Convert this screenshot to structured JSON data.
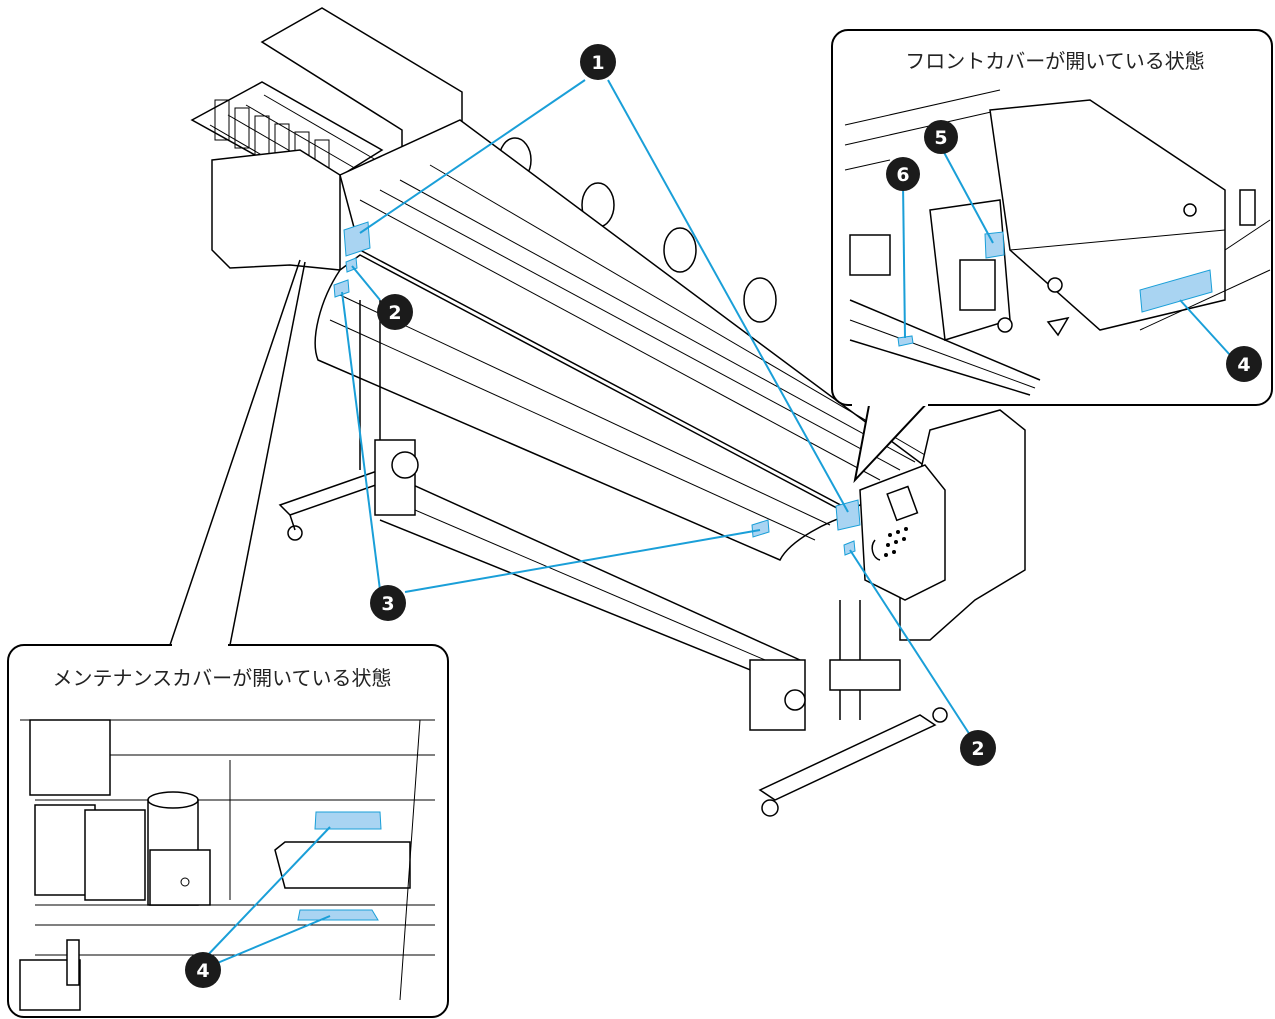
{
  "captions": {
    "front_cover_open": "フロントカバーが開いている状態",
    "maintenance_cover_open": "メンテナンスカバーが開いている状態"
  },
  "callouts": {
    "c1": "1",
    "c2": "2",
    "c3": "3",
    "c4": "4",
    "c5": "5",
    "c6": "6"
  },
  "colors": {
    "leader": "#1a9fd8",
    "label_fill": "#a9d4f2",
    "badge": "#1b1b1b"
  }
}
